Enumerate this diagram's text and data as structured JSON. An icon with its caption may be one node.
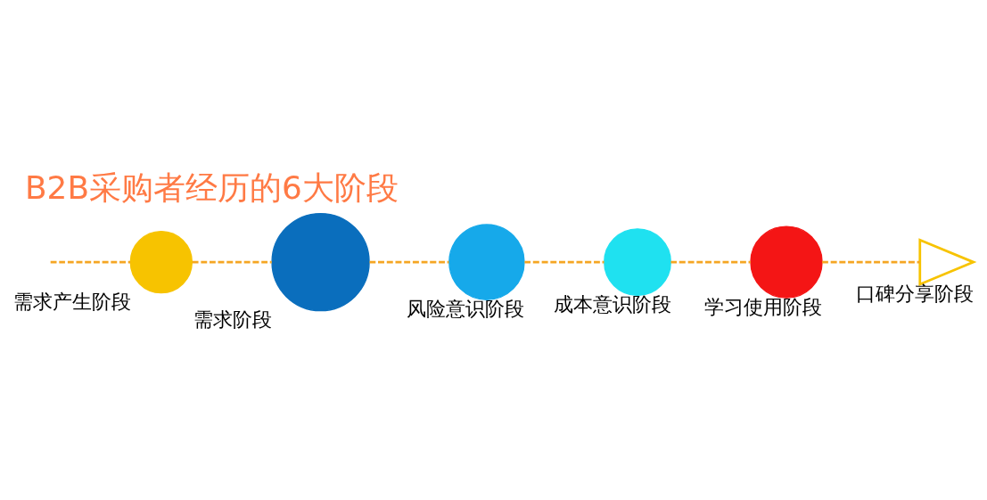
{
  "diagram": {
    "title": "B2B采购者经历的6大阶段",
    "nodes": [
      {
        "text": [
          "需求产生阶段"
        ]
      },
      {
        "text": [
          "需求阶段"
        ]
      },
      {
        "text": [
          "风险意识阶段"
        ]
      },
      {
        "text": [
          "成本意识阶段"
        ]
      },
      {
        "text": [
          "学习使用阶段"
        ]
      },
      {
        "text": [
          "口碑分享阶段"
        ]
      }
    ],
    "edges": [
      {
        "from": null,
        "to": 0,
        "arrow": "none",
        "style": "dashed"
      },
      {
        "from": 0,
        "to": 1,
        "arrow": "none",
        "style": "dashed"
      },
      {
        "from": 1,
        "to": 2,
        "arrow": "none",
        "style": "dashed"
      },
      {
        "from": 2,
        "to": 3,
        "arrow": "none",
        "style": "dashed"
      },
      {
        "from": 3,
        "to": 4,
        "arrow": "none",
        "style": "dashed"
      },
      {
        "from": 4,
        "to": 5,
        "arrow": "none",
        "style": "dashed"
      }
    ]
  }
}
